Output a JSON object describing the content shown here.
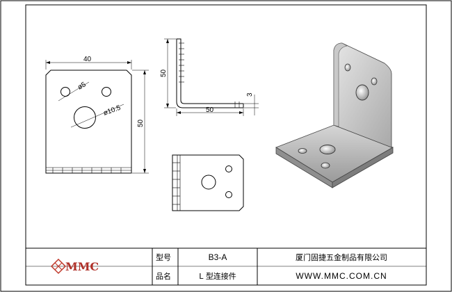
{
  "drawing": {
    "front_view": {
      "width_dim": "40",
      "height_dim": "50",
      "small_hole": "ø5",
      "large_hole": "ø10.5"
    },
    "side_view": {
      "height_dim": "50",
      "base_dim": "50",
      "thickness_dim": "3"
    }
  },
  "title_block": {
    "logo": "MMC",
    "model_label": "型号",
    "model_value": "B3-A",
    "name_label": "品名",
    "name_value": "L 型连接件",
    "company": "厦门固捷五金制品有限公司",
    "website": "WWW.MMC.COM.CN"
  }
}
